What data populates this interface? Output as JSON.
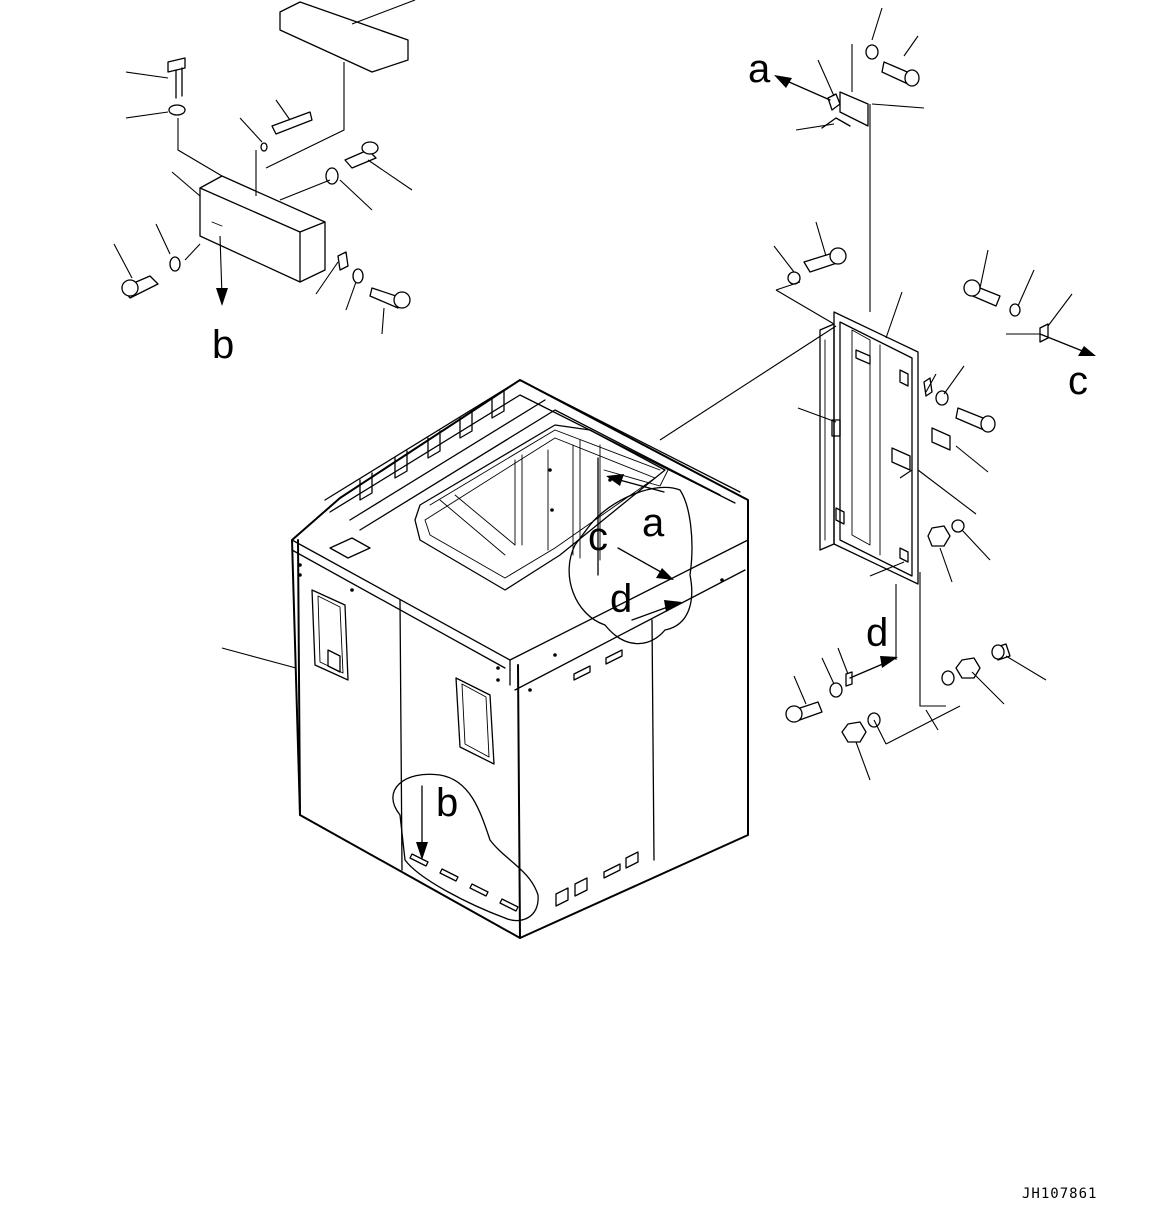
{
  "drawing_code": "JH107861",
  "view_labels": {
    "a": "a",
    "b": "b",
    "c": "c",
    "d": "d"
  }
}
